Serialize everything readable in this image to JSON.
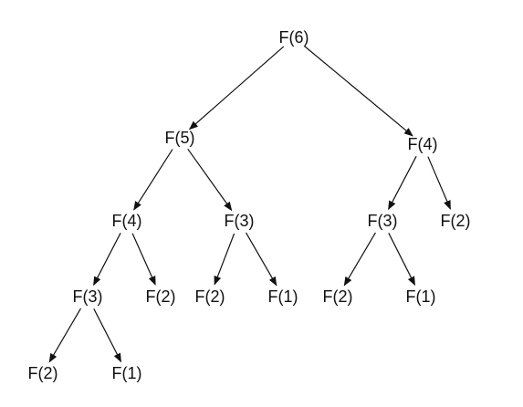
{
  "tree": {
    "nodes": [
      {
        "id": "n1",
        "label": "F(6)"
      },
      {
        "id": "n2",
        "label": "F(5)"
      },
      {
        "id": "n3",
        "label": "F(4)"
      },
      {
        "id": "n4",
        "label": "F(4)"
      },
      {
        "id": "n5",
        "label": "F(3)"
      },
      {
        "id": "n6",
        "label": "F(3)"
      },
      {
        "id": "n7",
        "label": "F(2)"
      },
      {
        "id": "n8",
        "label": "F(3)"
      },
      {
        "id": "n9",
        "label": "F(2)"
      },
      {
        "id": "n10",
        "label": "F(2)"
      },
      {
        "id": "n11",
        "label": "F(1)"
      },
      {
        "id": "n12",
        "label": "F(2)"
      },
      {
        "id": "n13",
        "label": "F(1)"
      },
      {
        "id": "n14",
        "label": "F(2)"
      },
      {
        "id": "n15",
        "label": "F(1)"
      }
    ],
    "edges": [
      {
        "from": "n1",
        "to": "n2"
      },
      {
        "from": "n1",
        "to": "n3"
      },
      {
        "from": "n2",
        "to": "n4"
      },
      {
        "from": "n2",
        "to": "n5"
      },
      {
        "from": "n3",
        "to": "n6"
      },
      {
        "from": "n3",
        "to": "n7"
      },
      {
        "from": "n4",
        "to": "n8"
      },
      {
        "from": "n4",
        "to": "n9"
      },
      {
        "from": "n5",
        "to": "n10"
      },
      {
        "from": "n5",
        "to": "n11"
      },
      {
        "from": "n6",
        "to": "n12"
      },
      {
        "from": "n6",
        "to": "n13"
      },
      {
        "from": "n8",
        "to": "n14"
      },
      {
        "from": "n8",
        "to": "n15"
      }
    ]
  }
}
